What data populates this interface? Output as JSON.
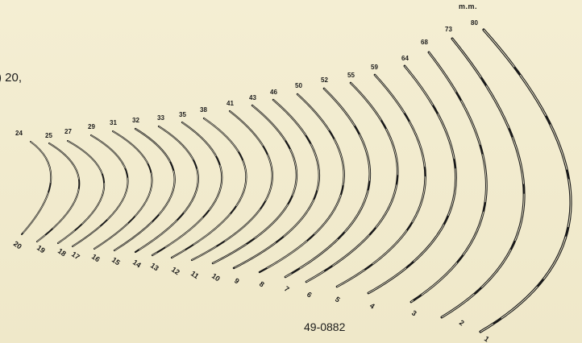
{
  "header": {
    "unit_label": "m.m."
  },
  "fragment_text": ") 20,",
  "catalog_number": "49-0882",
  "needles": [
    {
      "number": "1",
      "size": "80"
    },
    {
      "number": "2",
      "size": "73"
    },
    {
      "number": "3",
      "size": "68"
    },
    {
      "number": "4",
      "size": "64"
    },
    {
      "number": "5",
      "size": "59"
    },
    {
      "number": "6",
      "size": "55"
    },
    {
      "number": "7",
      "size": "52"
    },
    {
      "number": "8",
      "size": "50"
    },
    {
      "number": "9",
      "size": "46"
    },
    {
      "number": "10",
      "size": "43"
    },
    {
      "number": "11",
      "size": "41"
    },
    {
      "number": "12",
      "size": "38"
    },
    {
      "number": "13",
      "size": "35"
    },
    {
      "number": "14",
      "size": "33"
    },
    {
      "number": "15",
      "size": "32"
    },
    {
      "number": "16",
      "size": "31"
    },
    {
      "number": "17",
      "size": "29"
    },
    {
      "number": "18",
      "size": "27"
    },
    {
      "number": "19",
      "size": "25"
    },
    {
      "number": "20",
      "size": "24"
    }
  ],
  "colors": {
    "background": "#f2ecd0",
    "ink": "#1a1a1a"
  }
}
